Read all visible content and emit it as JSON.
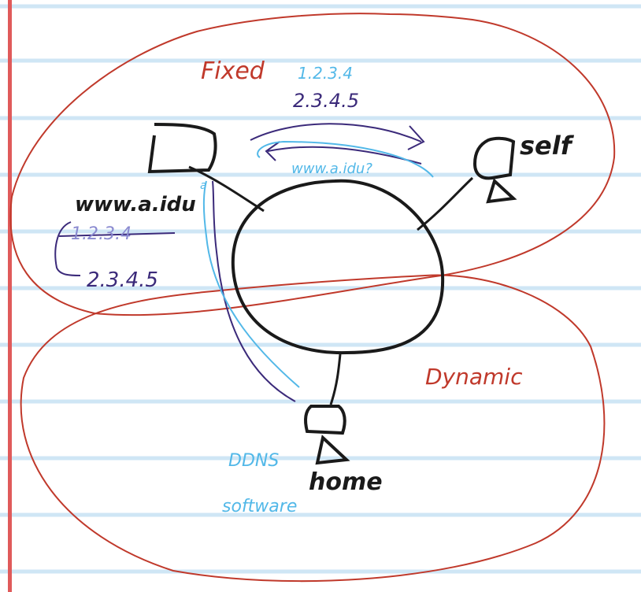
{
  "colors": {
    "paper": "#ffffff",
    "rule": "#cfe6f5",
    "margin": "#e05a5a",
    "red": "#c0392b",
    "black": "#1a1a1a",
    "blue": "#52b8e8",
    "purple": "#3b2a7a"
  },
  "labels": {
    "fixed": "Fixed",
    "dynamic": "Dynamic",
    "ip_old": "1.2.3.4",
    "ip_new": "2.3.4.5",
    "query": "www.a.idu?",
    "host": "www.a.idu",
    "list_old": "1.2.3.4",
    "list_new": "2.3.4.5",
    "self": "self",
    "home": "home",
    "ddns": "DDNS",
    "software": "software",
    "small_a": "a"
  }
}
